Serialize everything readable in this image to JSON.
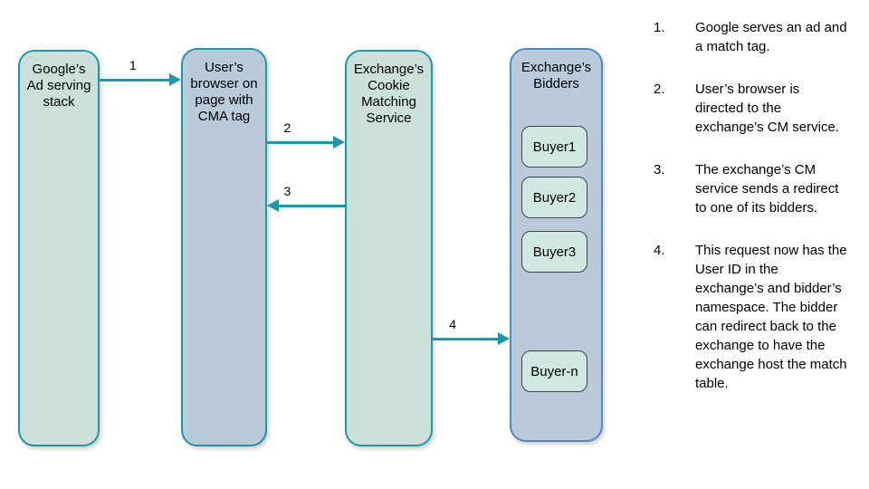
{
  "colors": {
    "teal": "#1b99a9",
    "green-fill": "#cbe0d9",
    "blue-fill": "#b9cadb",
    "blue-border": "#4e87c5",
    "buyer-fill": "#d0e8e2",
    "buyer-border": "#3e4347",
    "text": "#000000"
  },
  "diagram": {
    "nodes": {
      "google": {
        "label": "Google’s\nAd serving\nstack"
      },
      "browser": {
        "label": "User’s\nbrowser on\npage with\nCMA tag"
      },
      "cm_service": {
        "label": "Exchange’s\nCookie\nMatching\nService"
      },
      "bidders": {
        "title": "Exchange’s\nBidders",
        "buyers": [
          {
            "label": "Buyer1"
          },
          {
            "label": "Buyer2"
          },
          {
            "label": "Buyer3"
          },
          {
            "label": "Buyer-n"
          }
        ]
      }
    },
    "arrows": [
      {
        "label": "1",
        "direction": "right"
      },
      {
        "label": "2",
        "direction": "right"
      },
      {
        "label": "3",
        "direction": "left"
      },
      {
        "label": "4",
        "direction": "right"
      }
    ]
  },
  "steps": [
    {
      "num": "1.",
      "text": "Google serves an ad and a match tag."
    },
    {
      "num": "2.",
      "text": "User’s browser is directed to the exchange’s CM service."
    },
    {
      "num": "3.",
      "text": "The exchange’s CM service sends a redirect to one of its bidders."
    },
    {
      "num": "4.",
      "text": "This request now has the User ID in the exchange’s and bidder’s namespace. The bidder can redirect back to the exchange to have the exchange host the match table."
    }
  ]
}
